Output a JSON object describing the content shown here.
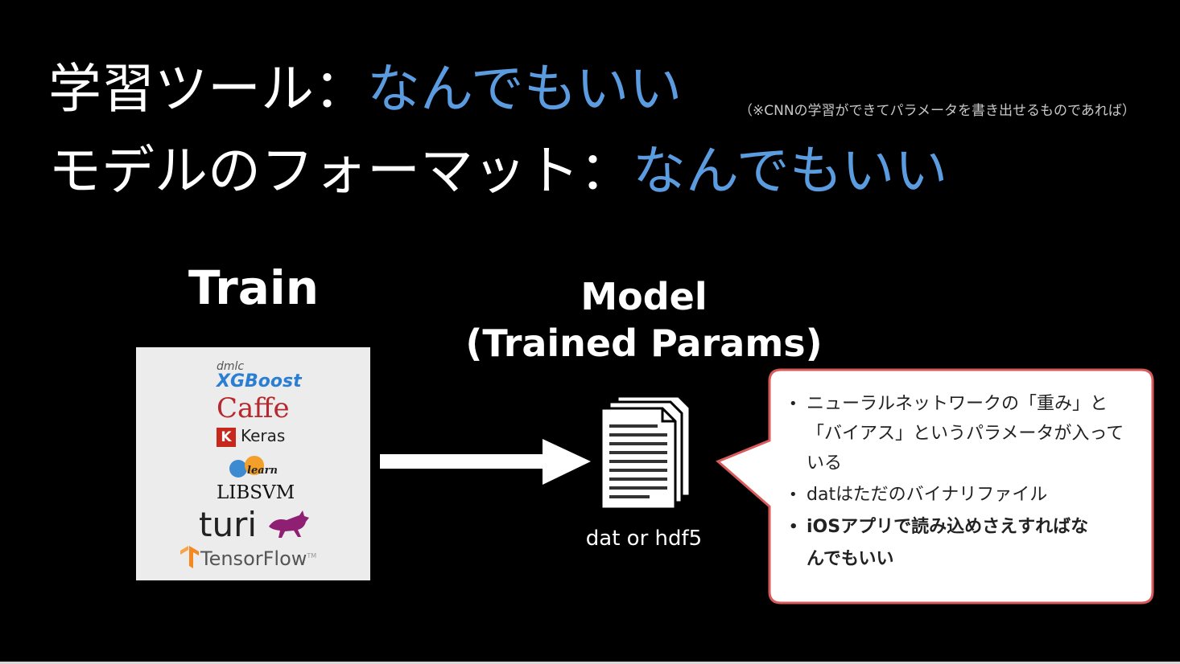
{
  "headings": {
    "line1": {
      "label": "学習ツール：",
      "accent": "なんでもいい"
    },
    "line2": {
      "label": "モデルのフォーマット：",
      "accent": "なんでもいい"
    },
    "note": "（※CNNの学習ができてパラメータを書き出せるものであれば）"
  },
  "train": {
    "title": "Train",
    "logos": {
      "dmlc": "dmlc",
      "xgboost": "XGBoost",
      "caffe": "Caffe",
      "keras_mark": "K",
      "keras": "Keras",
      "sklearn": "learn",
      "libsvm": "LIBSVM",
      "turi": "turi",
      "tensorflow": "TensorFlow",
      "tensorflow_tm": "TM"
    }
  },
  "model": {
    "title_line1": "Model",
    "title_line2": "(Trained Params)",
    "caption": "dat or hdf5"
  },
  "bubble": {
    "items": [
      "ニューラルネットワークの「重み」と「バイアス」というパラメータが入っている",
      "datはただのバイナリファイル"
    ],
    "bold_item": "iOSアプリで読み込めさえすればな",
    "bold_item_tail": "んでもいい"
  },
  "colors": {
    "background": "#000000",
    "accent": "#5b9bdf",
    "bubble_border": "#d85a5a",
    "caffe": "#b7282e",
    "xgboost": "#2a7fd4",
    "keras": "#c6281d",
    "turi": "#8e1f72",
    "tensorflow": "#f5881f",
    "sklearn_orange": "#f3a02a",
    "sklearn_blue": "#3d8ad1"
  },
  "icons": {
    "arrow": "right-arrow-icon",
    "document": "document-stack-icon",
    "turi_cat": "turi-cat-logo",
    "tensorflow_mark": "tensorflow-logo"
  }
}
